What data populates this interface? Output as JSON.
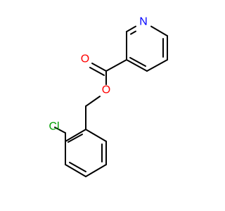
{
  "molecule": {
    "atoms": {
      "nitrogen": {
        "symbol": "N",
        "color": "#0000ff"
      },
      "carbonyl_oxygen": {
        "symbol": "O",
        "color": "#ff0000"
      },
      "ester_oxygen": {
        "symbol": "O",
        "color": "#ff0000"
      },
      "chlorine": {
        "symbol": "Cl",
        "color": "#00a000"
      }
    },
    "bond_color": "#000000"
  }
}
